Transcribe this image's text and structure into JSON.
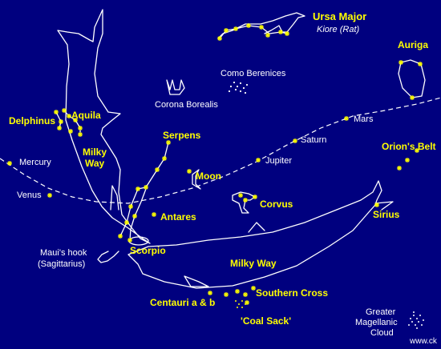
{
  "colors": {
    "background": "#00007f",
    "outline": "#ffffff",
    "star": "#ffff00",
    "label_white": "#ffffff",
    "label_yellow": "#ffff00"
  },
  "labels": {
    "ursa_major": "Ursa Major",
    "kiore": "Kiore (Rat)",
    "auriga": "Auriga",
    "como_berenices": "Como Berenices",
    "corona_borealis": "Corona Borealis",
    "delphinus": "Delphinus",
    "aquila": "Aquila",
    "milky_way_1": "Milky",
    "milky_way_2": "Way",
    "mars": "Mars",
    "saturn": "Saturn",
    "jupiter": "Jupiter",
    "orions_belt": "Orion's Belt",
    "mercury": "Mercury",
    "venus": "Venus",
    "serpens": "Serpens",
    "moon": "Moon",
    "corvus": "Corvus",
    "antares": "Antares",
    "sirius": "Sirius",
    "mauis_hook_1": "Maui's hook",
    "mauis_hook_2": "(Sagittarius)",
    "scorpio": "Scorpio",
    "milky_way_lower": "Milky Way",
    "southern_cross": "Southern Cross",
    "centauri": "Centauri a & b",
    "coal_sack": "'Coal Sack'",
    "greater_1": "Greater",
    "greater_2": "Magellanic",
    "greater_3": "Cloud",
    "credit": "www.ck"
  }
}
